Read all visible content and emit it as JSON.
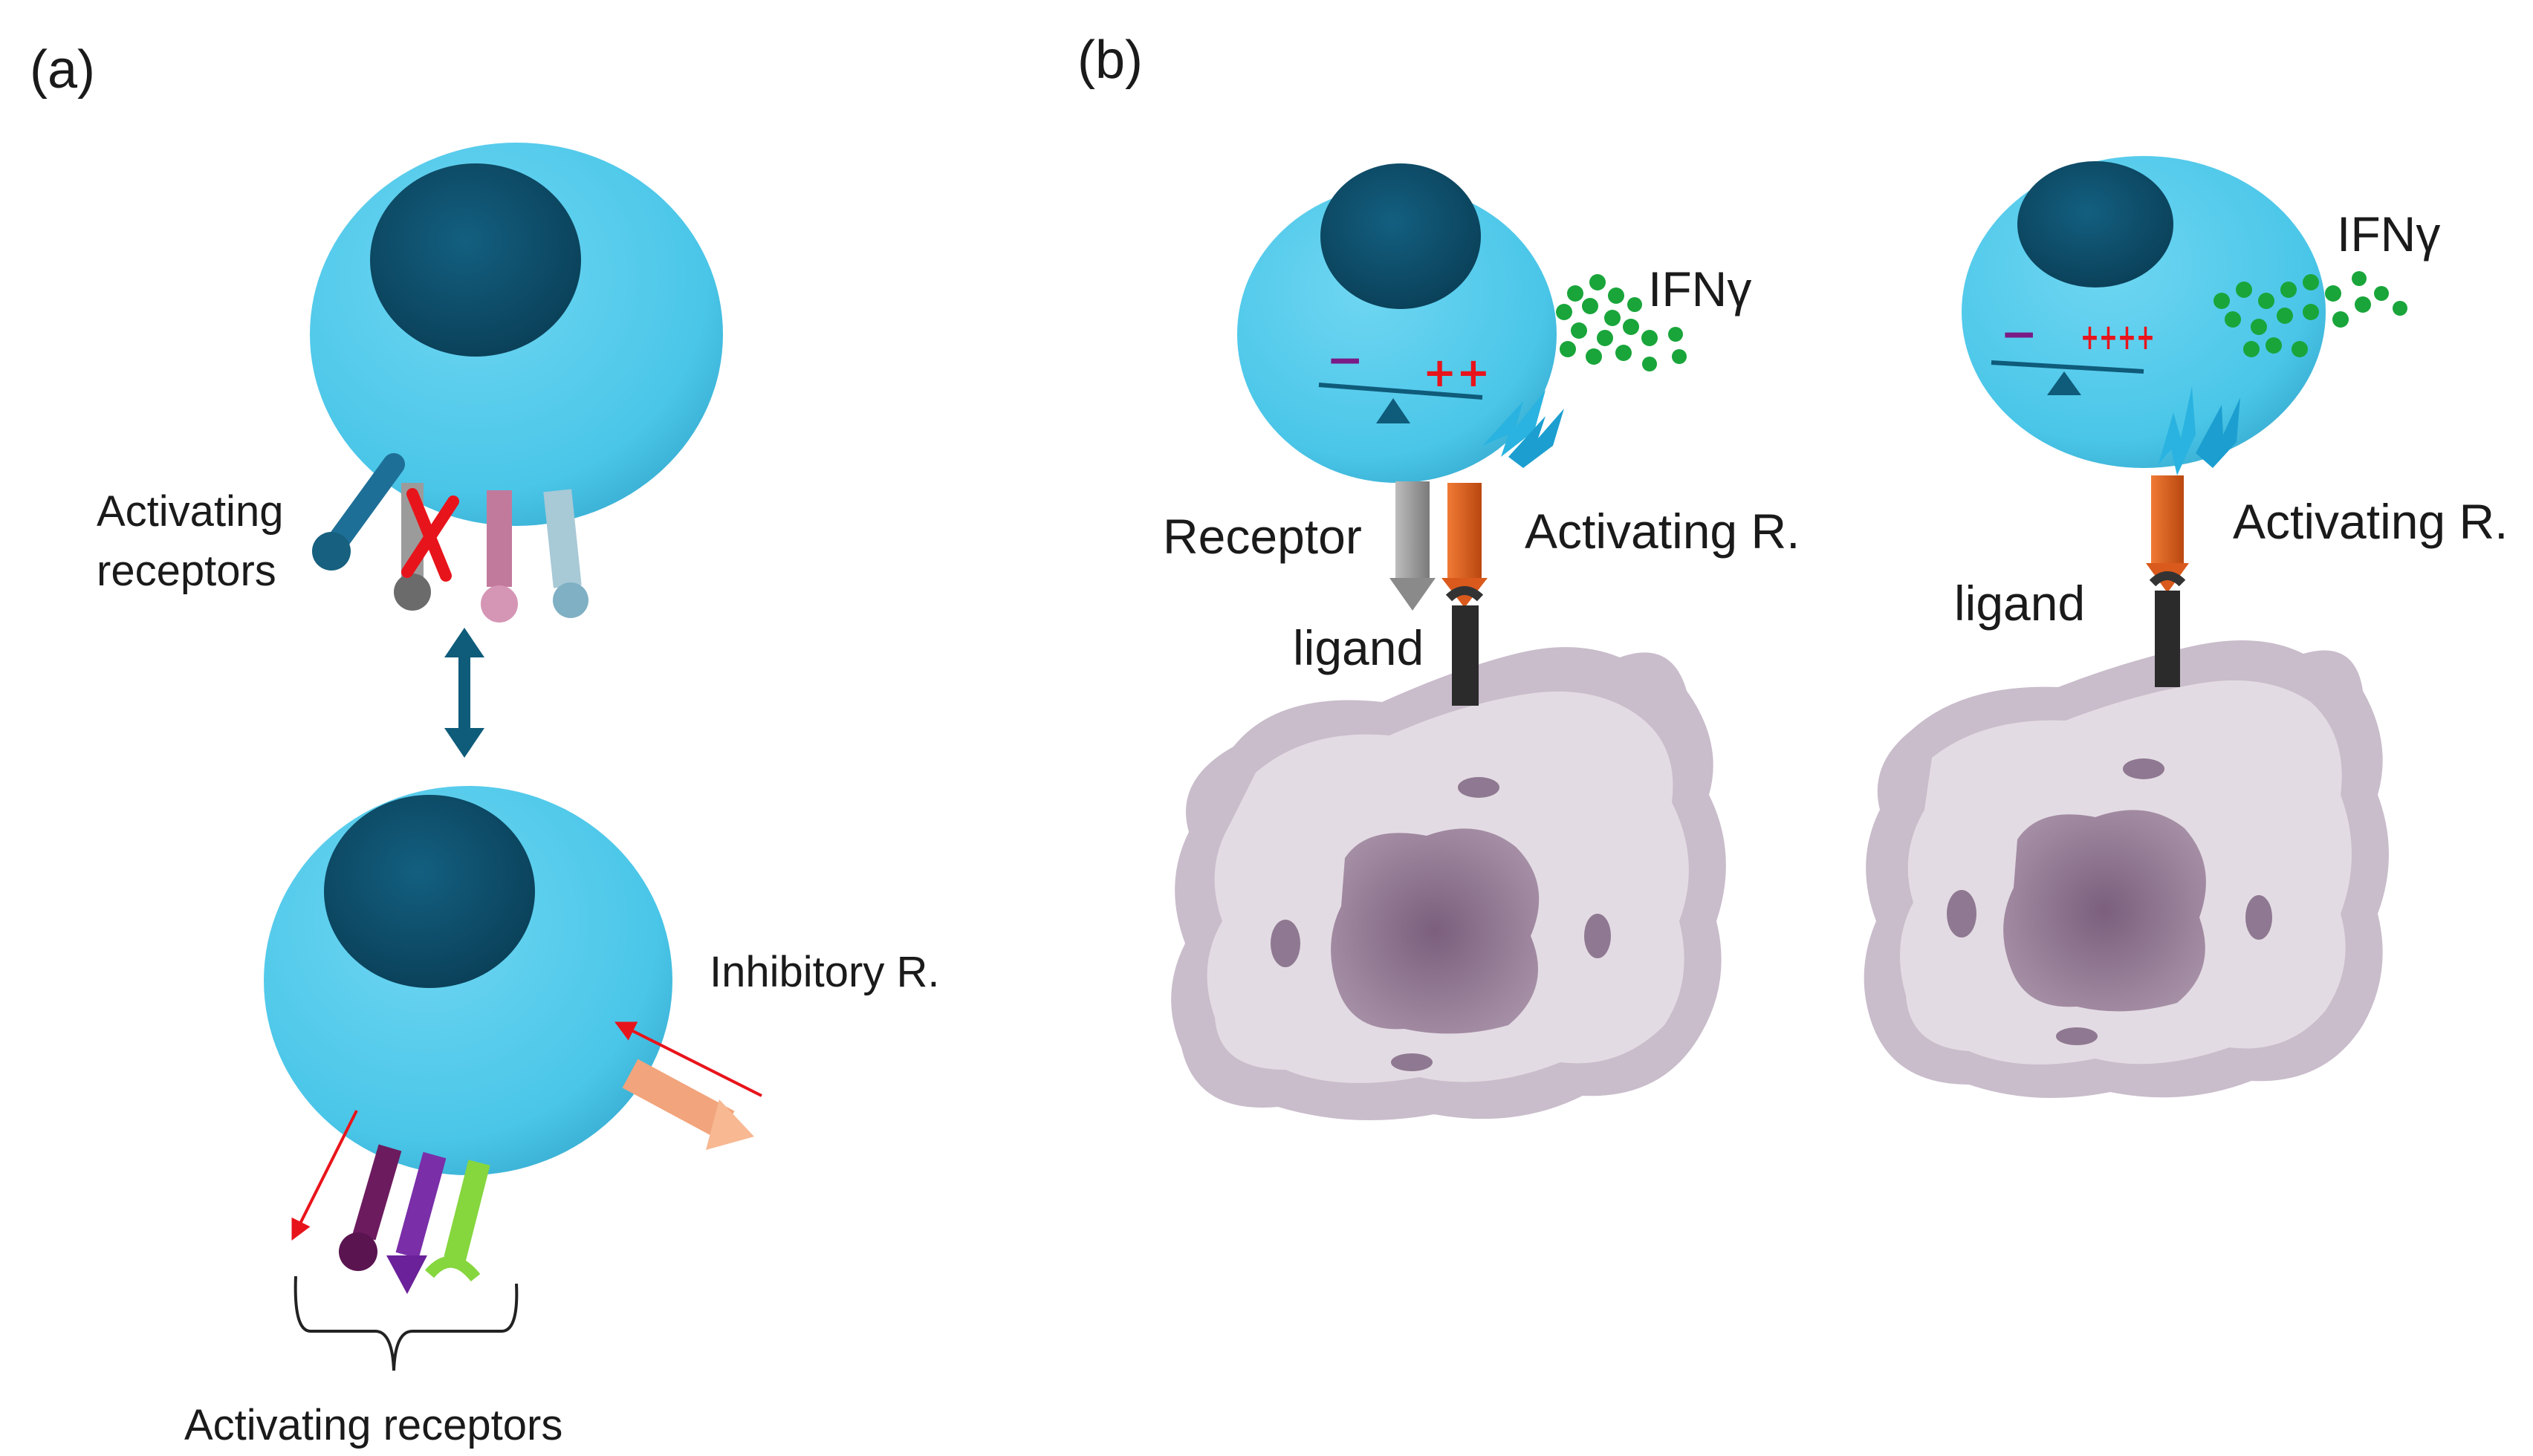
{
  "panel_a": {
    "panel_label": "(a)",
    "activating_receptors_upper_line1": "Activating",
    "activating_receptors_upper_line2": "receptors",
    "inhibitory_label": "Inhibitory R.",
    "activating_receptors_lower": "Activating receptors"
  },
  "panel_b": {
    "panel_label": "(b)",
    "left_cell": {
      "ifn_label": "IFNγ",
      "receptor_label": "Receptor",
      "activating_label": "Activating R.",
      "ligand_label": "ligand",
      "balance_minus": "−",
      "balance_plus": "++"
    },
    "right_cell": {
      "ifn_label": "IFNγ",
      "activating_label": "Activating R.",
      "ligand_label": "ligand",
      "balance_minus": "−",
      "balance_plus": "++++"
    }
  },
  "colors": {
    "cell_body": "#4fc9ea",
    "nucleus": "#0d4e6a",
    "activating_receptor_orange": "#d95a1c",
    "receptor_grey": "#9a9a9a",
    "ifn_green": "#19a53a",
    "plus_red": "#e8141b",
    "minus_purple": "#7a1b86",
    "tumor_cell": "#d8cfd8",
    "arrow_blue": "#0f5b7a"
  }
}
